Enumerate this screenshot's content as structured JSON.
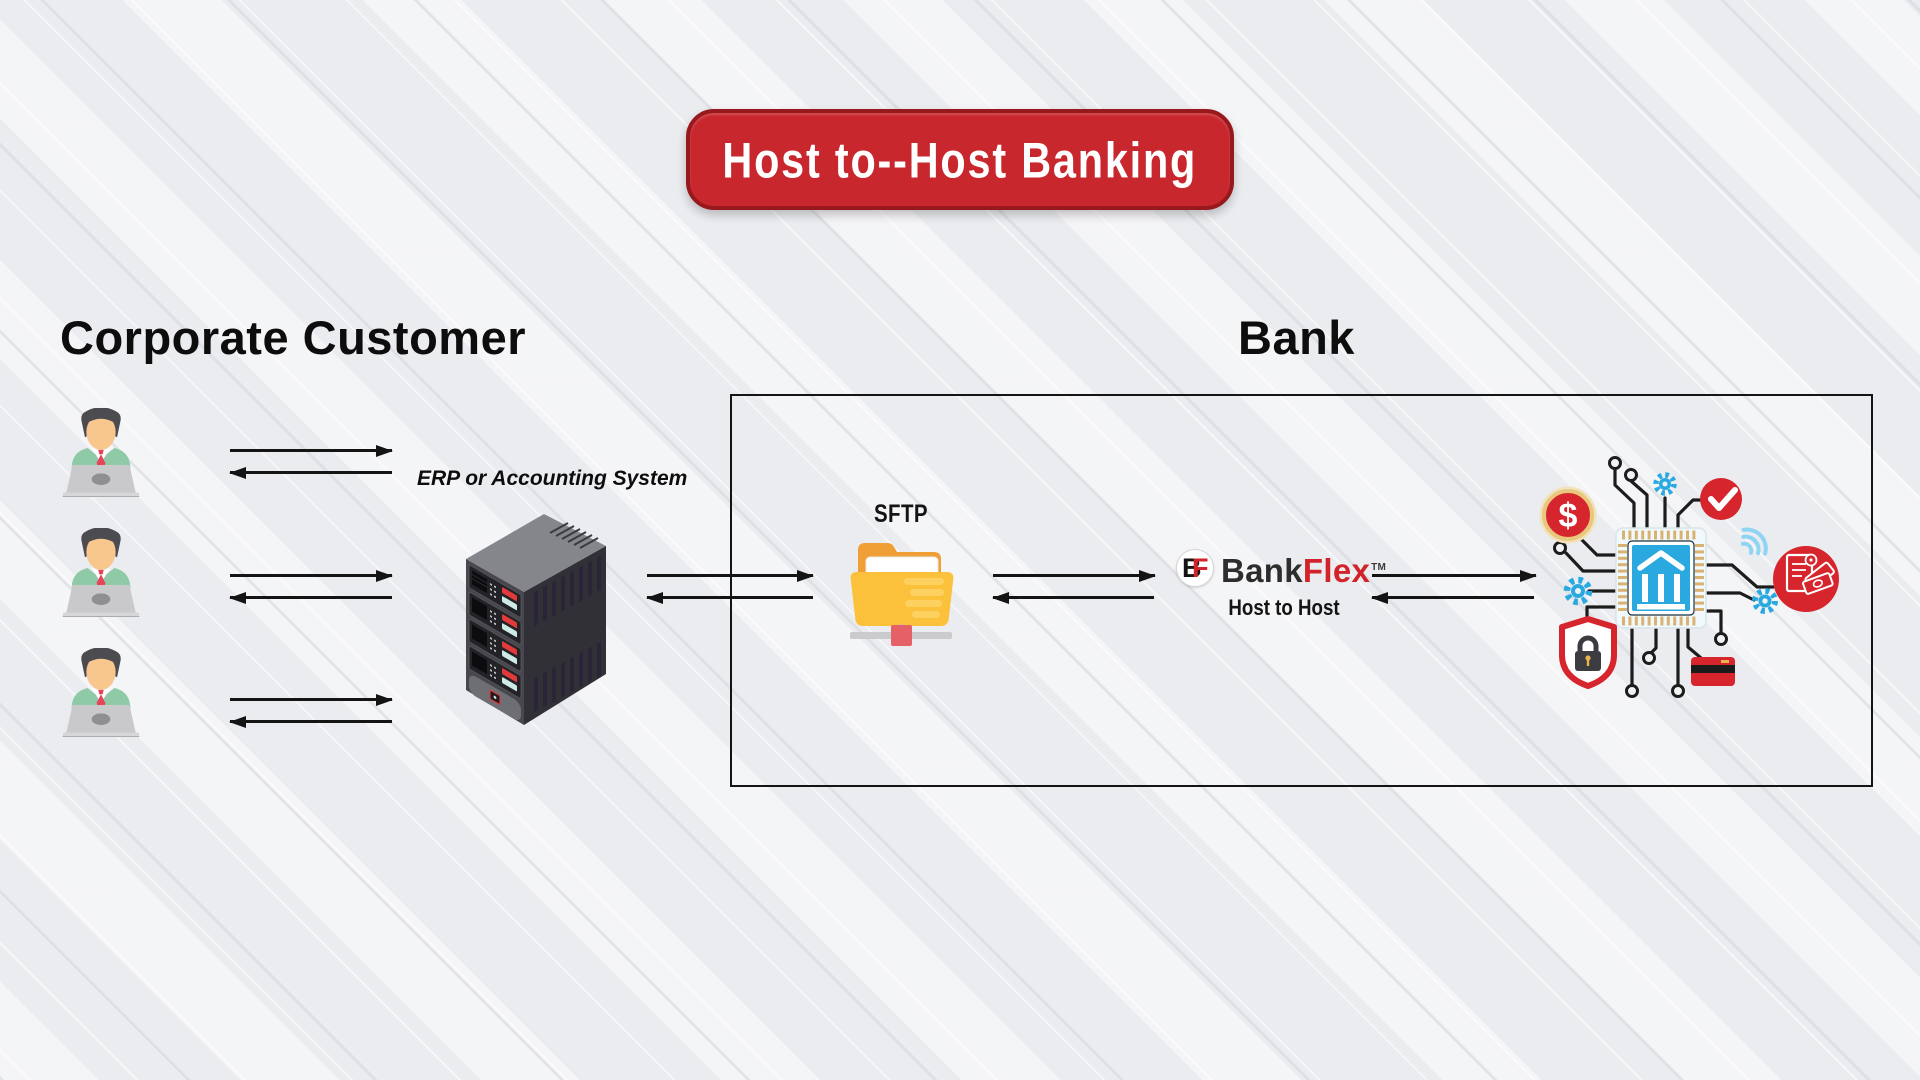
{
  "banner": {
    "title": "Host to--Host Banking"
  },
  "headings": {
    "left": "Corporate Customer",
    "right": "Bank"
  },
  "customer": {
    "erp_label": "ERP or Accounting System",
    "users_count": 3
  },
  "bank_side": {
    "sftp_label": "SFTP",
    "bankflex": {
      "monogram_b": "B",
      "monogram_f": "F",
      "name_black": "Bank",
      "name_red": "Flex",
      "trademark": "TM",
      "subtitle": "Host to Host"
    },
    "cluster": {
      "dollar_sign": "$"
    }
  },
  "colors": {
    "banner_red": "#c8272d",
    "banner_border": "#97191e",
    "arrow_black": "#141414",
    "jacket_mint": "#8ecaa6",
    "folder_orange": "#ef9f35",
    "folder_yellow": "#fbc13a",
    "chip_blue": "#2aa9e1",
    "pin_gold": "#d7b271",
    "icon_red": "#d6252c",
    "brand_red": "#d2232a",
    "background": "#eff0f3"
  },
  "icons": [
    "corporate-user-icon",
    "erp-server-icon",
    "sftp-folder-icon",
    "network-link-icon",
    "bankflex-logo-icon",
    "bank-chip-icon",
    "dollar-coin-icon",
    "check-badge-icon",
    "gear-icon",
    "contactless-waves-icon",
    "invoice-money-icon",
    "shield-lock-icon",
    "credit-card-icon",
    "circuit-node-icon",
    "arrow-right-icon",
    "arrow-left-icon"
  ]
}
